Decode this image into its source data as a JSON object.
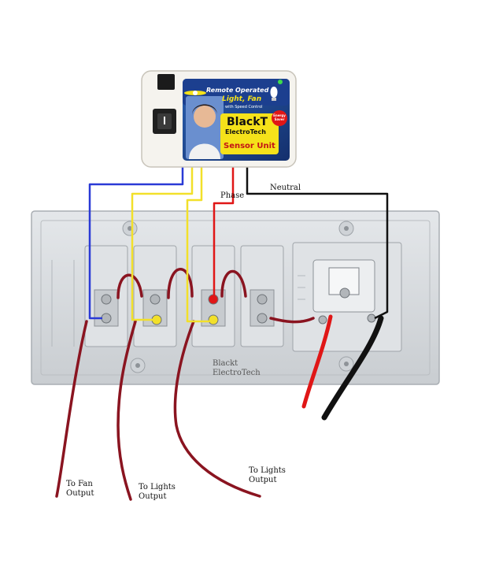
{
  "diagram": {
    "sensor_unit": {
      "line1": "Remote Operated",
      "line2": "Light, Fan",
      "line3": "with Speed Control",
      "brand": "BlackT",
      "brand_sub": "ElectroTech",
      "product": "Sensor Unit",
      "badge": "Energy Saver",
      "icons": [
        "rocker-switch-icon",
        "led-indicator-icon",
        "ceiling-fan-icon",
        "cfl-bulb-icon",
        "woman-photo-icon"
      ]
    },
    "wire_labels": {
      "phase": "Phase",
      "neutral": "Neutral"
    },
    "plate_text": {
      "line1": "Blackt",
      "line2": "ElectroTech"
    },
    "outputs": {
      "fan_line1": "To Fan",
      "fan_line2": "Output",
      "lights1_line1": "To Lights",
      "lights1_line2": "Output",
      "lights2_line1": "To Lights",
      "lights2_line2": "Output"
    },
    "colors": {
      "blue_wire": "#2a3ad6",
      "yellow_wire": "#f2e02a",
      "red_wire": "#e01616",
      "black_wire": "#111111",
      "maroon_wire": "#8a1420",
      "plate": "#d9dde1",
      "unit_body": "#f5f3ee",
      "unit_label_blue": "#1c3f8f",
      "unit_yellow": "#f5e21a"
    }
  }
}
